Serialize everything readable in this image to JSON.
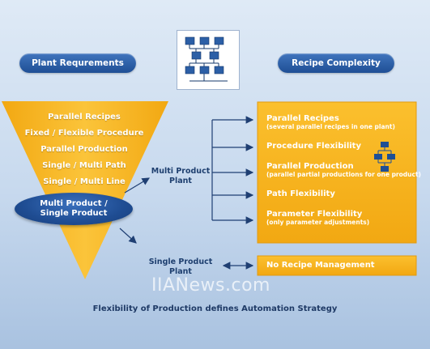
{
  "headers": {
    "left": "Plant Requrements",
    "right": "Recipe Complexity"
  },
  "funnel": {
    "items": [
      "Parallel Recipes",
      "Fixed / Flexible Procedure",
      "Parallel Production",
      "Single / Multi Path",
      "Single / Multi Line"
    ],
    "ellipse_line1": "Multi Product /",
    "ellipse_line2": "Single Product"
  },
  "labels": {
    "multi_line1": "Multi Product",
    "multi_line2": "Plant",
    "single_line1": "Single Product",
    "single_line2": "Plant"
  },
  "recipe_box": {
    "items": [
      {
        "title": "Parallel Recipes",
        "sub": "(several parallel recipes in one plant)"
      },
      {
        "title": "Procedure Flexibility",
        "sub": ""
      },
      {
        "title": "Parallel Production",
        "sub": "(parallel partial productions for one product)"
      },
      {
        "title": "Path Flexibility",
        "sub": ""
      },
      {
        "title": "Parameter Flexibility",
        "sub": "(only parameter adjustments)"
      }
    ]
  },
  "no_recipe_box": "No Recipe Management",
  "footer": "Flexibility of Production defines Automation Strategy",
  "watermark": "IIANews.com",
  "colors": {
    "orange": "#f5b41f",
    "blue_dark": "#1f4f95",
    "arrow": "#1f3f73"
  }
}
